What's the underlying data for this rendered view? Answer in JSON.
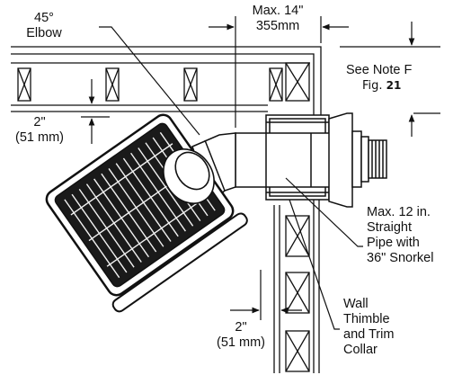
{
  "labels": {
    "elbow_1": "45°",
    "elbow_2": "Elbow",
    "max14_1": "Max. 14\"",
    "max14_2": "355mm",
    "note_1": "See Note F",
    "note_fig": "Fig.",
    "note_fignum": "21",
    "dim_top_1": "2\"",
    "dim_top_2": "(51 mm)",
    "dim_bot_1": "2\"",
    "dim_bot_2": "(51 mm)",
    "pipe_1": "Max. 12 in.",
    "pipe_2": "Straight",
    "pipe_3": "Pipe with",
    "pipe_4": "36\" Snorkel",
    "wall_1": "Wall",
    "wall_2": "Thimble",
    "wall_3": "and Trim",
    "wall_4": "Collar"
  },
  "colors": {
    "ink": "#111111",
    "background": "#ffffff"
  }
}
